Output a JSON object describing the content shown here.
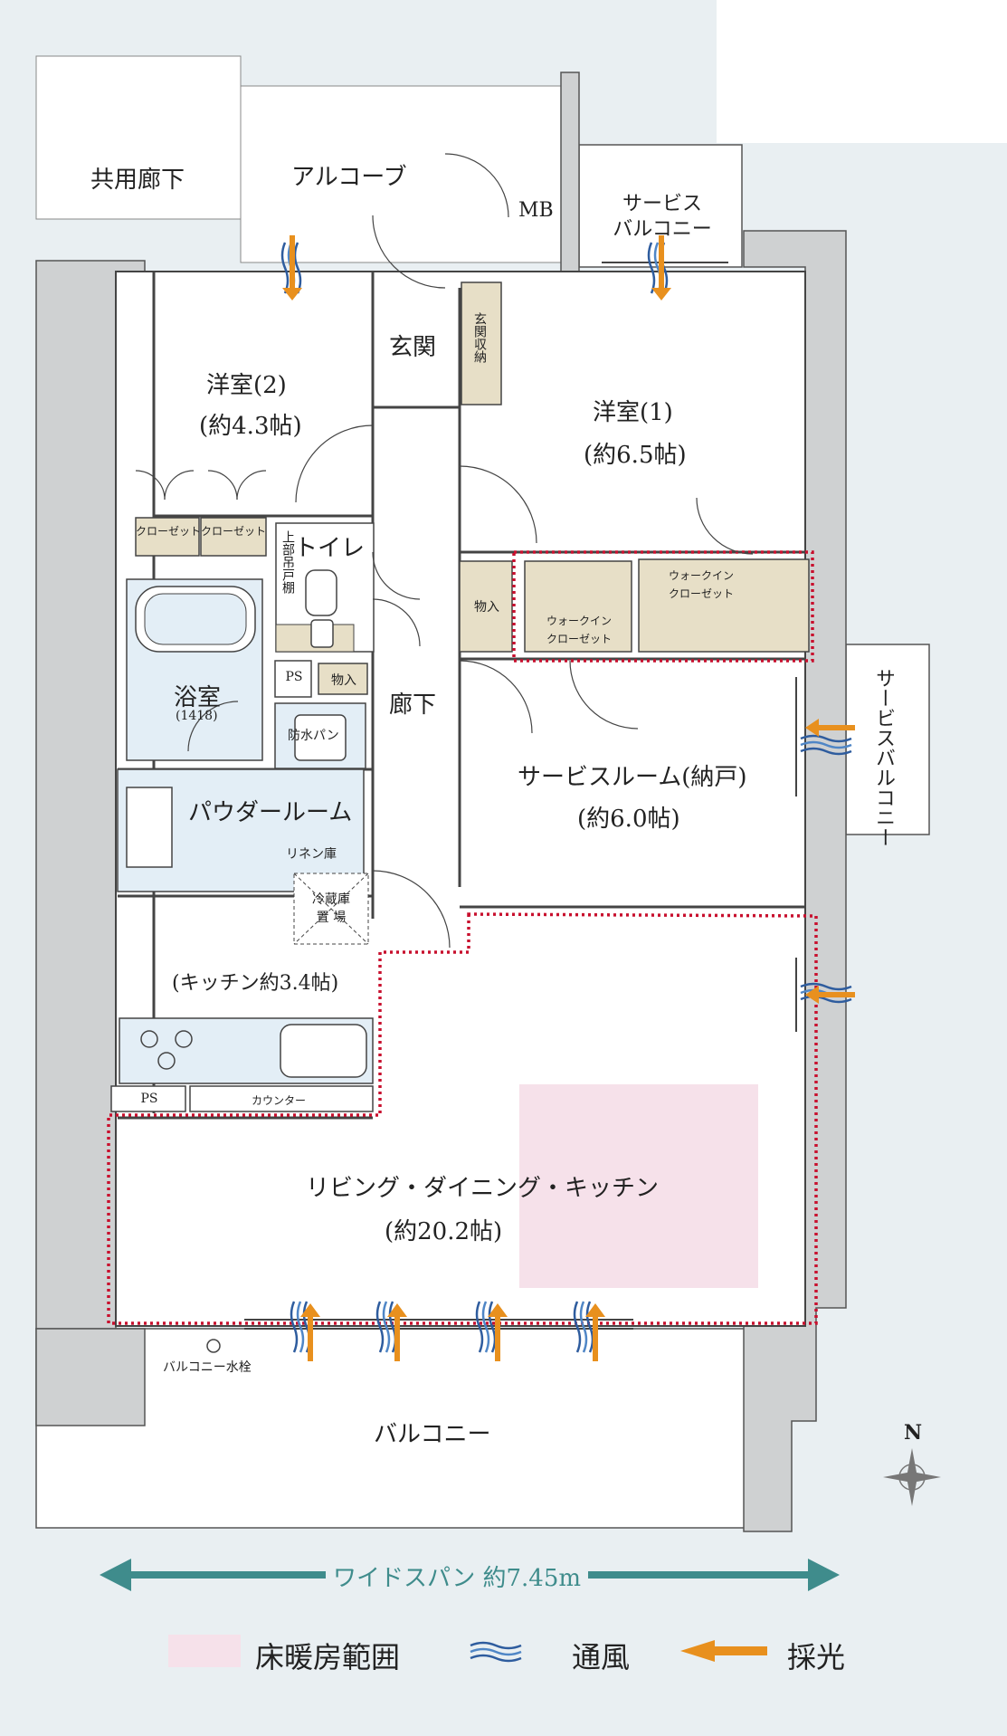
{
  "rooms": {
    "common_corridor": "共用廊下",
    "alcove": "アルコーブ",
    "mb": "MB",
    "service_balcony_top": "サービス\nバルコニー",
    "entrance": "玄関",
    "entrance_storage": "玄関収納",
    "western_room_2": "洋室(2)",
    "western_room_2_size": "(約4.3帖)",
    "western_room_1": "洋室(1)",
    "western_room_1_size": "(約6.5帖)",
    "closet_1": "クローゼット",
    "closet_2": "クローゼット",
    "toilet": "トイレ",
    "upper_shelf": "上部吊戸棚",
    "storage_1": "物入",
    "storage_2": "物入",
    "walk_in_closet_1": "ウォークイン\nクローゼット",
    "walk_in_closet_2": "ウォークイン\nクローゼット",
    "bathroom": "浴室",
    "bathroom_size": "(1418)",
    "ps_1": "PS",
    "waterproof_pan": "防水パン",
    "hallway": "廊下",
    "service_room": "サービスルーム(納戸)",
    "service_room_size": "(約6.0帖)",
    "service_balcony_side": "サービスバルコニー",
    "powder_room": "パウダールーム",
    "linen_storage": "リネン庫",
    "fridge_space": "冷蔵庫\n置 場",
    "kitchen": "(キッチン約3.4帖)",
    "ps_2": "PS",
    "counter": "カウンター",
    "ldk": "リビング・ダイニング・キッチン",
    "ldk_size": "(約20.2帖)",
    "balcony_faucet": "バルコニー水栓",
    "balcony": "バルコニー"
  },
  "compass": "N",
  "wide_span": "ワイドスパン 約7.45m",
  "legend": {
    "floor_heating": "床暖房範囲",
    "ventilation": "通風",
    "daylight": "採光"
  },
  "colors": {
    "background": "#e9eff2",
    "floor": "#ffffff",
    "wall": "#cfd1d2",
    "wet_area": "#e3eef6",
    "storage": "#e7dfc7",
    "floor_heating": "#f6e1ea",
    "dotted_outline": "#c8102e",
    "arrow_teal": "#3f8c8c",
    "light_arrow": "#e8901e",
    "wind": "#2e5c9e"
  }
}
